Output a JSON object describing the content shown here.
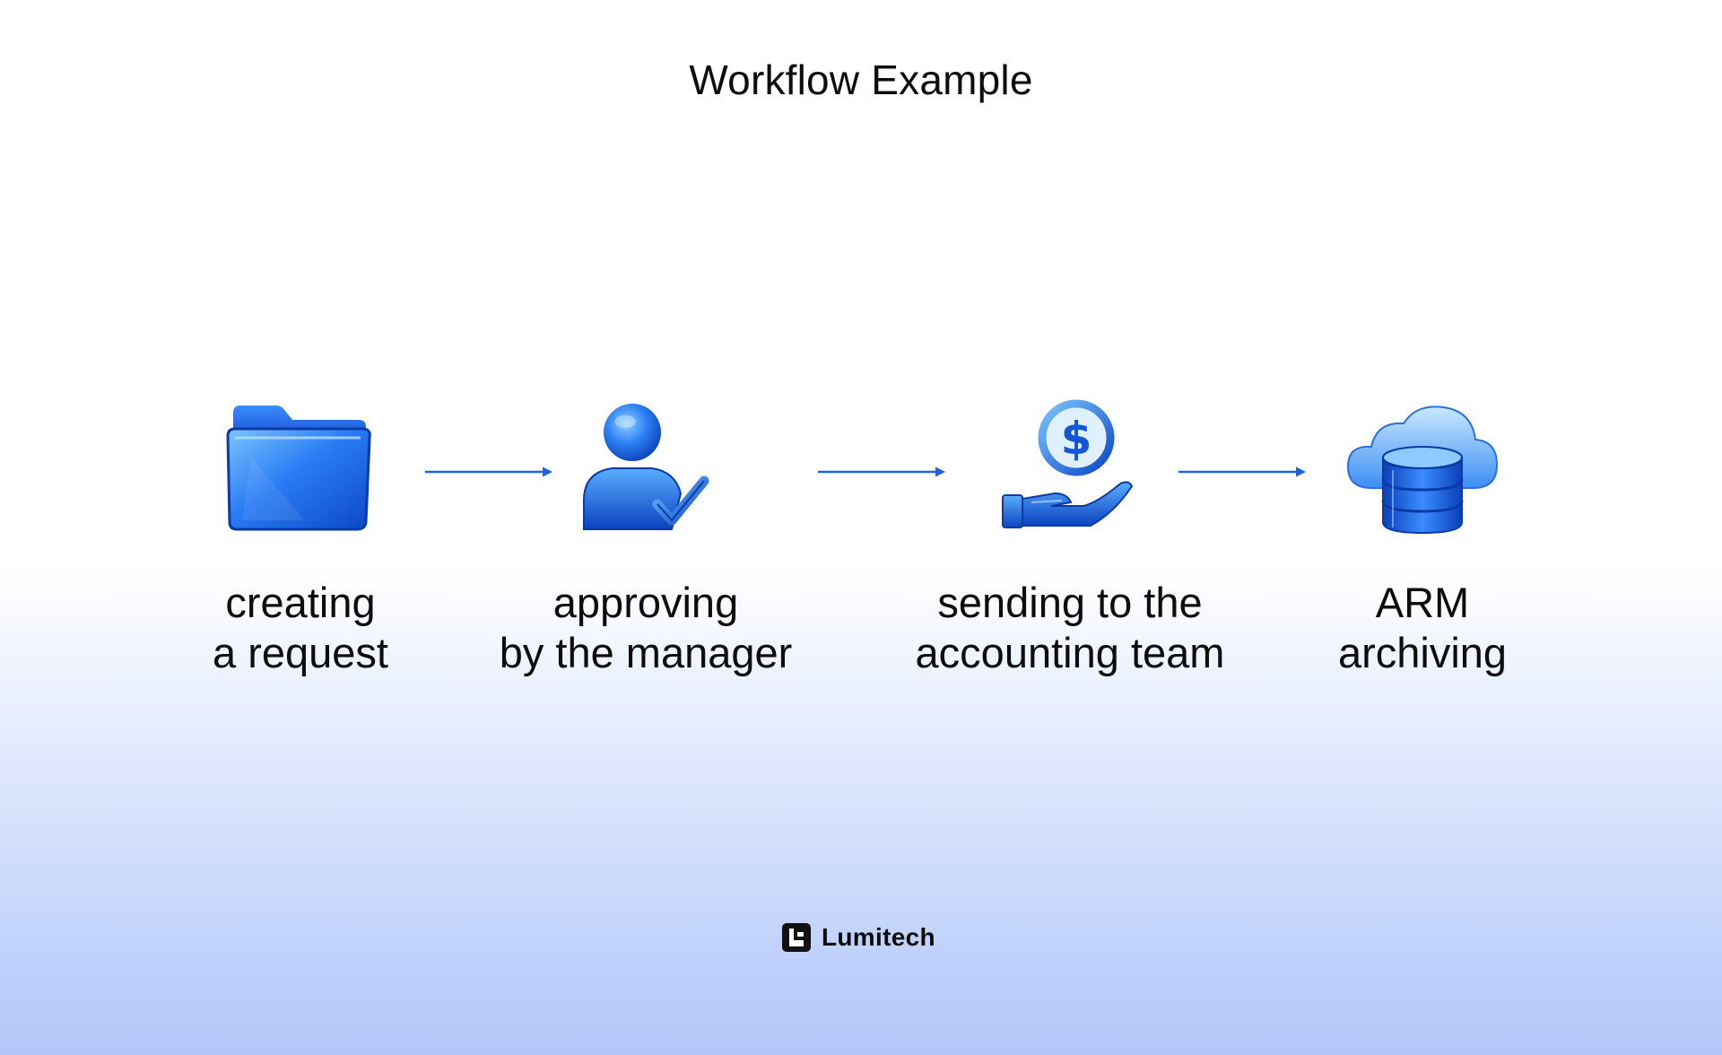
{
  "title": "Workflow Example",
  "steps": [
    {
      "icon": "folder-icon",
      "line1": "creating",
      "line2": "a request"
    },
    {
      "icon": "user-check-icon",
      "line1": "approving",
      "line2": "by the manager"
    },
    {
      "icon": "hand-dollar-icon",
      "line1": "sending to the",
      "line2": "accounting team"
    },
    {
      "icon": "cloud-database-icon",
      "line1": "ARM",
      "line2": "archiving"
    }
  ],
  "brand": {
    "name": "Lumitech",
    "icon": "lumitech-logo-icon"
  },
  "colors": {
    "arrow": "#1f62e0",
    "icon_light": "#5fb4ff",
    "icon_mid": "#1a73f0",
    "icon_dark": "#0a3fb8",
    "text": "#0d0d0d"
  }
}
